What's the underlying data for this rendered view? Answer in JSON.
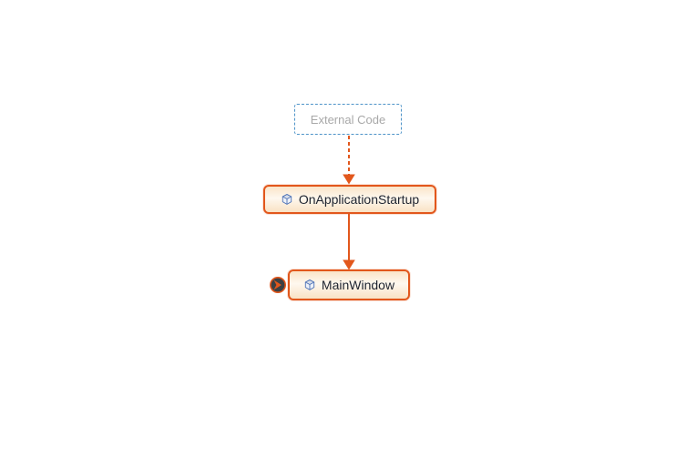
{
  "diagram": {
    "type": "dependency-graph",
    "background": "#FFFFFF",
    "colors": {
      "edge_orange": "#E2571C",
      "node_border": "#E2571C",
      "node_fill_top": "#FAE4C8",
      "node_fill_mid": "#FEF8EF",
      "node_fill_bottom": "#F9E2C4",
      "node_text": "#1E2430",
      "external_border": "#4D93C8",
      "external_text": "#A8A8A8",
      "indicator_fill": "#3C4043",
      "icon_blue": "#4A6FB5"
    },
    "nodes": [
      {
        "id": "external-code",
        "label": "External Code",
        "kind": "external-group"
      },
      {
        "id": "on-application-startup",
        "label": "OnApplicationStartup",
        "kind": "method",
        "icon": "cube-icon"
      },
      {
        "id": "main-window",
        "label": "MainWindow",
        "kind": "method",
        "icon": "cube-icon",
        "indicator": "current-node"
      }
    ],
    "edges": [
      {
        "from": "External Code",
        "to": "OnApplicationStartup",
        "style": "dashed",
        "direction": "down"
      },
      {
        "from": "OnApplicationStartup",
        "to": "MainWindow",
        "style": "solid",
        "direction": "down"
      }
    ]
  }
}
